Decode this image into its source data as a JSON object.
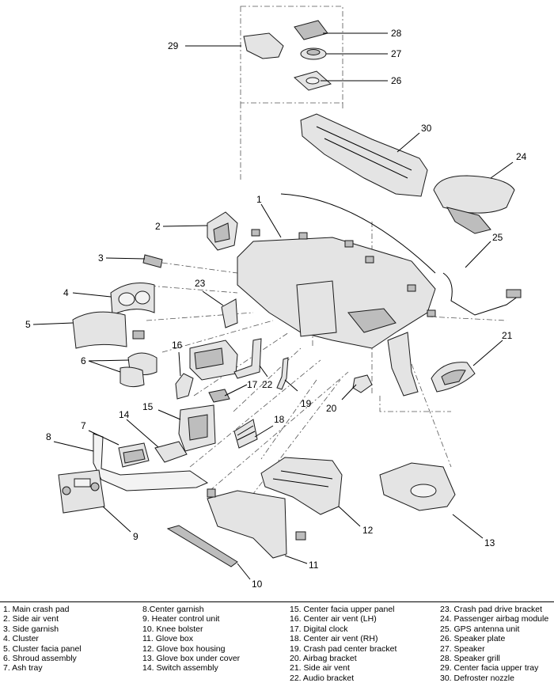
{
  "callouts": [
    {
      "id": "29",
      "text": "29"
    },
    {
      "id": "28",
      "text": "28"
    },
    {
      "id": "27",
      "text": "27"
    },
    {
      "id": "26",
      "text": "26"
    },
    {
      "id": "30",
      "text": "30"
    },
    {
      "id": "24",
      "text": "24"
    },
    {
      "id": "1",
      "text": "1"
    },
    {
      "id": "2",
      "text": "2"
    },
    {
      "id": "25",
      "text": "25"
    },
    {
      "id": "3",
      "text": "3"
    },
    {
      "id": "23",
      "text": "23"
    },
    {
      "id": "4",
      "text": "4"
    },
    {
      "id": "5",
      "text": "5"
    },
    {
      "id": "21",
      "text": "21"
    },
    {
      "id": "16",
      "text": "16"
    },
    {
      "id": "6",
      "text": "6"
    },
    {
      "id": "17",
      "text": "17"
    },
    {
      "id": "22",
      "text": "22"
    },
    {
      "id": "19",
      "text": "19"
    },
    {
      "id": "20",
      "text": "20"
    },
    {
      "id": "15",
      "text": "15"
    },
    {
      "id": "18",
      "text": "18"
    },
    {
      "id": "14",
      "text": "14"
    },
    {
      "id": "7",
      "text": "7"
    },
    {
      "id": "8",
      "text": "8"
    },
    {
      "id": "12",
      "text": "12"
    },
    {
      "id": "13",
      "text": "13"
    },
    {
      "id": "9",
      "text": "9"
    },
    {
      "id": "11",
      "text": "11"
    },
    {
      "id": "10",
      "text": "10"
    }
  ],
  "legend": {
    "col1": [
      "1. Main crash pad",
      "2. Side air vent",
      "3. Side garnish",
      "4. Cluster",
      "5. Cluster facia panel",
      "6. Shroud assembly",
      "7. Ash tray"
    ],
    "col2": [
      "8.Center garnish",
      "9. Heater control unit",
      "10. Knee bolster",
      "11. Glove box",
      "12. Glove box housing",
      "13. Glove box under cover",
      "14. Switch assembly"
    ],
    "col3": [
      "15. Center facia upper panel",
      "16. Center air vent (LH)",
      "17. Digital clock",
      "18. Center air vent (RH)",
      "19. Crash pad center bracket",
      "20. Airbag bracket",
      "21. Side air vent",
      "22. Audio bracket"
    ],
    "col4": [
      "23. Crash pad drive bracket",
      "24. Passenger airbag module",
      "25. GPS antenna unit",
      "26. Speaker plate",
      "27. Speaker",
      "28. Speaker grill",
      "29. Center facia upper tray",
      "30. Defroster nozzle"
    ]
  }
}
